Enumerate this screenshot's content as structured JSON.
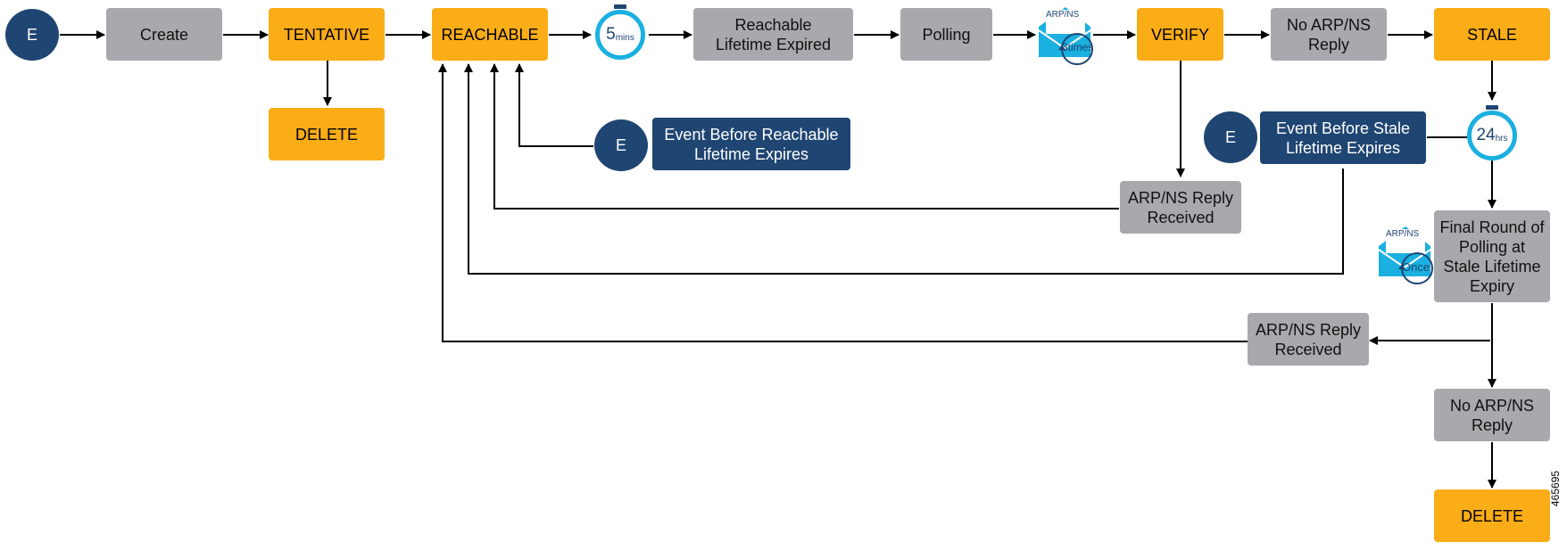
{
  "nodes": {
    "start_event": "E",
    "create": "Create",
    "tentative": "TENTATIVE",
    "delete_top": "DELETE",
    "reachable": "REACHABLE",
    "reachable_timer": {
      "value": "5",
      "unit": "mins"
    },
    "reachable_expired": "Reachable\nLifetime Expired",
    "polling": "Polling",
    "polling_envelope": {
      "label": "ARP/NS",
      "count": "3times"
    },
    "verify": "VERIFY",
    "no_reply_1": "No ARP/NS\nReply",
    "stale": "STALE",
    "event_reachable_circle": "E",
    "event_reachable": "Event Before Reachable\nLifetime Expires",
    "event_stale_circle": "E",
    "event_stale": "Event Before Stale\nLifetime Expires",
    "stale_timer": {
      "value": "24",
      "unit": "hrs"
    },
    "reply_received_1": "ARP/NS Reply\nReceived",
    "final_envelope": {
      "label": "ARP/NS",
      "count": "Once"
    },
    "final_polling": "Final Round of\nPolling at\nStale Lifetime\nExpiry",
    "reply_received_2": "ARP/NS Reply\nReceived",
    "no_reply_2": "No ARP/NS\nReply",
    "delete_bottom": "DELETE"
  },
  "reference_id": "465695",
  "colors": {
    "state": "#fbad18",
    "step": "#a7a9ac",
    "event": "#1f4572",
    "timer": "#1ab0e0"
  },
  "icons": [
    "stopwatch-icon",
    "envelope-icon"
  ]
}
